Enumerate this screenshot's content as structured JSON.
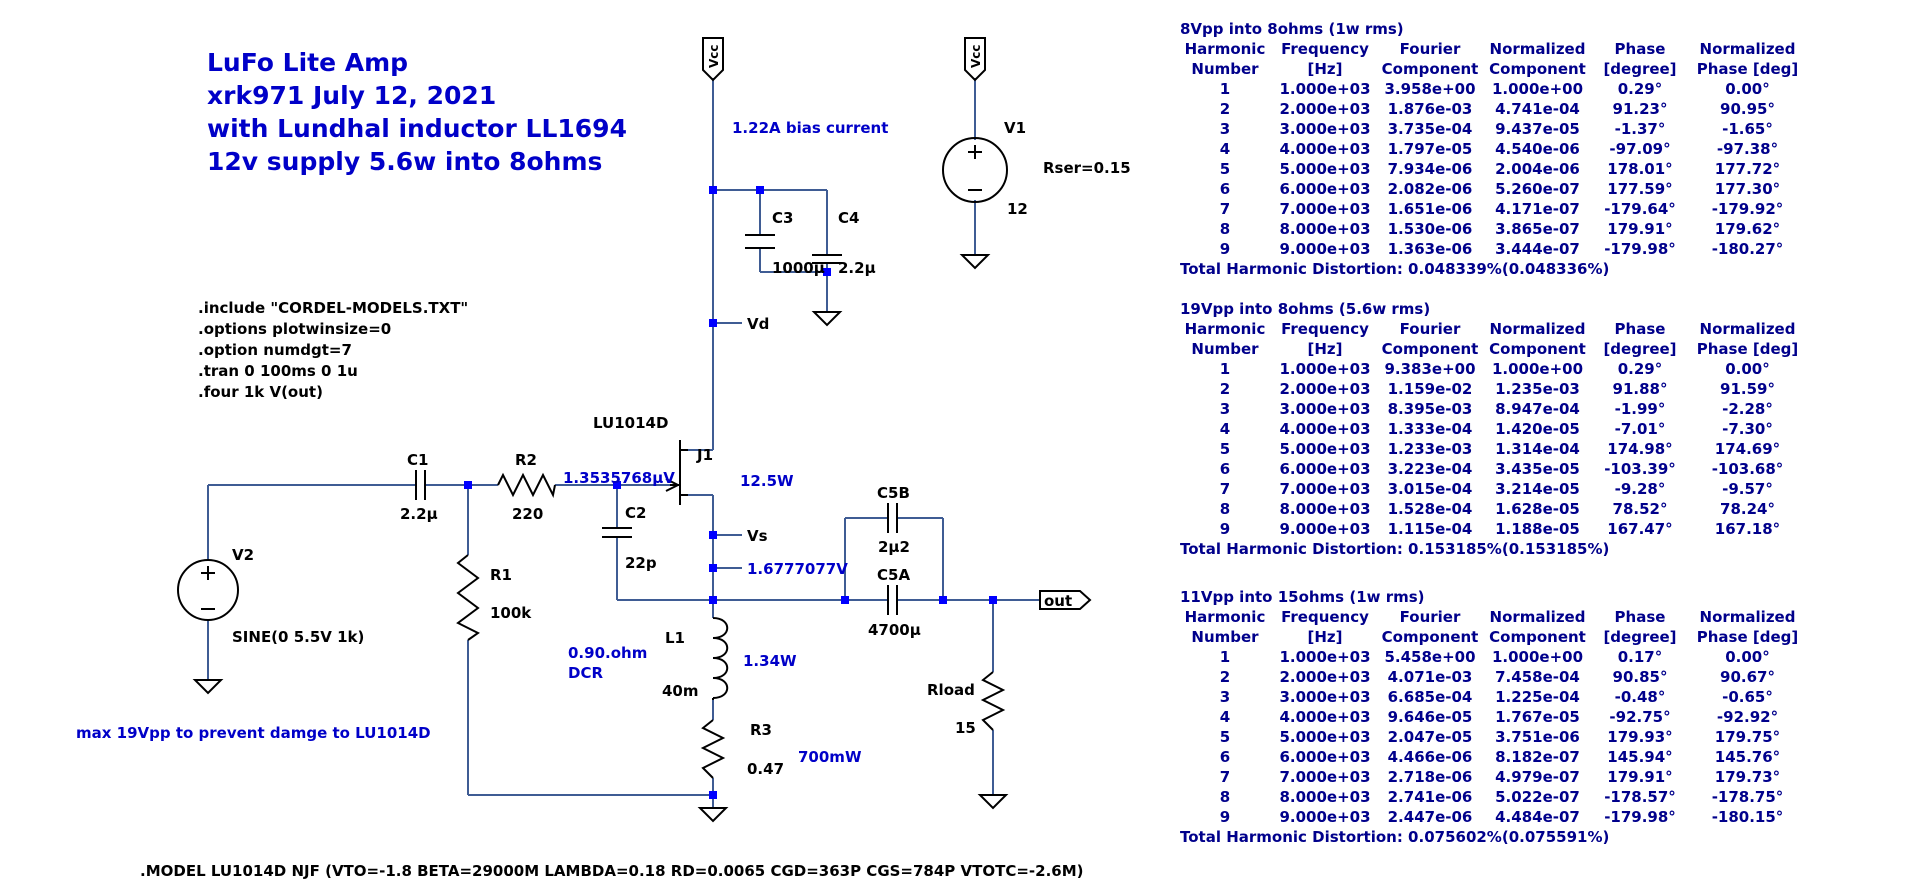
{
  "title_lines": [
    "LuFo Lite Amp",
    "xrk971  July 12, 2021",
    "with Lundhal inductor LL1694",
    "12v supply 5.6w into 8ohms"
  ],
  "directives": [
    ".include \"CORDEL-MODELS.TXT\"",
    ".options plotwinsize=0",
    ".option numdgt=7",
    ".tran 0 100ms 0 1u",
    ".four 1k V(out)"
  ],
  "model_line": ".MODEL LU1014D NJF (VTO=-1.8 BETA=29000M LAMBDA=0.18 RD=0.0065 CGD=363P CGS=784P VTOTC=-2.6M)",
  "note": "max 19Vpp to prevent damge to LU1014D",
  "annotations": {
    "bias": "1.22A bias current",
    "gate_v": "1.3535768µV",
    "source_v": "1.6777077V",
    "j1_power": "12.5W",
    "l1_power": "1.34W",
    "r3_power": "700mW",
    "dcr": "0.90.ohm",
    "dcr2": "DCR"
  },
  "components": {
    "vcc_flag": "Vcc",
    "v1": {
      "name": "V1",
      "value": "12",
      "rser": "Rser=0.15"
    },
    "v2": {
      "name": "V2",
      "value": "SINE(0 5.5V 1k)"
    },
    "c1": {
      "name": "C1",
      "value": "2.2µ"
    },
    "r2": {
      "name": "R2",
      "value": "220"
    },
    "r1": {
      "name": "R1",
      "value": "100k"
    },
    "c2": {
      "name": "C2",
      "value": "22p"
    },
    "c3": {
      "name": "C3",
      "value": "1000µ"
    },
    "c4": {
      "name": "C4",
      "value": "2.2µ"
    },
    "j1": {
      "name": "J1",
      "model": "LU1014D"
    },
    "c5b": {
      "name": "C5B",
      "value": "2µ2"
    },
    "c5a": {
      "name": "C5A",
      "value": "4700µ"
    },
    "l1": {
      "name": "L1",
      "value": "40m"
    },
    "r3": {
      "name": "R3",
      "value": "0.47"
    },
    "rload": {
      "name": "Rload",
      "value": "15"
    },
    "vd": "Vd",
    "vs": "Vs",
    "out": "out"
  },
  "fourier_headers": [
    [
      "Harmonic",
      "Number"
    ],
    [
      "Frequency",
      "[Hz]"
    ],
    [
      "Fourier",
      "Component"
    ],
    [
      "Normalized",
      "Component"
    ],
    [
      "Phase",
      "[degree]"
    ],
    [
      "Normalized",
      "Phase [deg]"
    ]
  ],
  "fourier_tables": [
    {
      "heading": "8Vpp into 8ohms (1w rms)",
      "rows": [
        [
          "1",
          "1.000e+03",
          "3.958e+00",
          "1.000e+00",
          "0.29°",
          "0.00°"
        ],
        [
          "2",
          "2.000e+03",
          "1.876e-03",
          "4.741e-04",
          "91.23°",
          "90.95°"
        ],
        [
          "3",
          "3.000e+03",
          "3.735e-04",
          "9.437e-05",
          "-1.37°",
          "-1.65°"
        ],
        [
          "4",
          "4.000e+03",
          "1.797e-05",
          "4.540e-06",
          "-97.09°",
          "-97.38°"
        ],
        [
          "5",
          "5.000e+03",
          "7.934e-06",
          "2.004e-06",
          "178.01°",
          "177.72°"
        ],
        [
          "6",
          "6.000e+03",
          "2.082e-06",
          "5.260e-07",
          "177.59°",
          "177.30°"
        ],
        [
          "7",
          "7.000e+03",
          "1.651e-06",
          "4.171e-07",
          "-179.64°",
          "-179.92°"
        ],
        [
          "8",
          "8.000e+03",
          "1.530e-06",
          "3.865e-07",
          "179.91°",
          "179.62°"
        ],
        [
          "9",
          "9.000e+03",
          "1.363e-06",
          "3.444e-07",
          "-179.98°",
          "-180.27°"
        ]
      ],
      "thd": "Total Harmonic Distortion: 0.048339%(0.048336%)"
    },
    {
      "heading": "19Vpp into 8ohms (5.6w rms)",
      "rows": [
        [
          "1",
          "1.000e+03",
          "9.383e+00",
          "1.000e+00",
          "0.29°",
          "0.00°"
        ],
        [
          "2",
          "2.000e+03",
          "1.159e-02",
          "1.235e-03",
          "91.88°",
          "91.59°"
        ],
        [
          "3",
          "3.000e+03",
          "8.395e-03",
          "8.947e-04",
          "-1.99°",
          "-2.28°"
        ],
        [
          "4",
          "4.000e+03",
          "1.333e-04",
          "1.420e-05",
          "-7.01°",
          "-7.30°"
        ],
        [
          "5",
          "5.000e+03",
          "1.233e-03",
          "1.314e-04",
          "174.98°",
          "174.69°"
        ],
        [
          "6",
          "6.000e+03",
          "3.223e-04",
          "3.435e-05",
          "-103.39°",
          "-103.68°"
        ],
        [
          "7",
          "7.000e+03",
          "3.015e-04",
          "3.214e-05",
          "-9.28°",
          "-9.57°"
        ],
        [
          "8",
          "8.000e+03",
          "1.528e-04",
          "1.628e-05",
          "78.52°",
          "78.24°"
        ],
        [
          "9",
          "9.000e+03",
          "1.115e-04",
          "1.188e-05",
          "167.47°",
          "167.18°"
        ]
      ],
      "thd": "Total Harmonic Distortion: 0.153185%(0.153185%)"
    },
    {
      "heading": "11Vpp into 15ohms (1w rms)",
      "rows": [
        [
          "1",
          "1.000e+03",
          "5.458e+00",
          "1.000e+00",
          "0.17°",
          "0.00°"
        ],
        [
          "2",
          "2.000e+03",
          "4.071e-03",
          "7.458e-04",
          "90.85°",
          "90.67°"
        ],
        [
          "3",
          "3.000e+03",
          "6.685e-04",
          "1.225e-04",
          "-0.48°",
          "-0.65°"
        ],
        [
          "4",
          "4.000e+03",
          "9.646e-05",
          "1.767e-05",
          "-92.75°",
          "-92.92°"
        ],
        [
          "5",
          "5.000e+03",
          "2.047e-05",
          "3.751e-06",
          "179.93°",
          "179.75°"
        ],
        [
          "6",
          "6.000e+03",
          "4.466e-06",
          "8.182e-07",
          "145.94°",
          "145.76°"
        ],
        [
          "7",
          "7.000e+03",
          "2.718e-06",
          "4.979e-07",
          "179.91°",
          "179.73°"
        ],
        [
          "8",
          "8.000e+03",
          "2.741e-06",
          "5.022e-07",
          "-178.57°",
          "-178.75°"
        ],
        [
          "9",
          "9.000e+03",
          "2.447e-06",
          "4.484e-07",
          "-179.98°",
          "-180.15°"
        ]
      ],
      "thd": "Total Harmonic Distortion: 0.075602%(0.075591%)"
    }
  ]
}
